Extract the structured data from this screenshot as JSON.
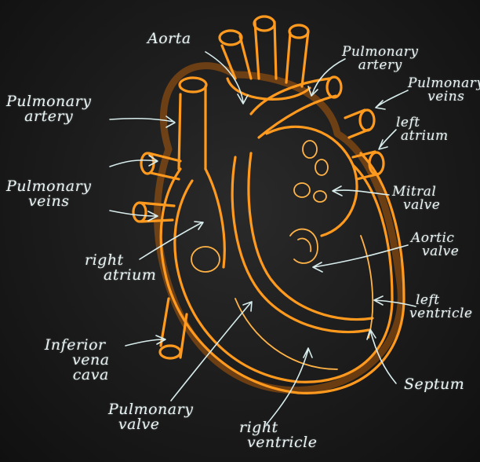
{
  "labels": {
    "aorta": "Aorta",
    "pulmonary_artery_top": [
      "Pulmonary",
      "artery"
    ],
    "pulmonary_veins_right": [
      "Pulmonary",
      "veins"
    ],
    "left_atrium": [
      "left",
      "atrium"
    ],
    "pulmonary_artery_left": [
      "Pulmonary",
      "artery"
    ],
    "pulmonary_veins_left": [
      "Pulmonary",
      "veins"
    ],
    "mitral_valve": [
      "Mitral",
      "valve"
    ],
    "aortic_valve": [
      "Aortic",
      "valve"
    ],
    "right_atrium": [
      "right",
      "atrium"
    ],
    "left_ventricle": [
      "left",
      "ventricle"
    ],
    "inferior_vena_cava": [
      "Inferior",
      "vena",
      "cava"
    ],
    "septum": "Septum",
    "pulmonary_valve": [
      "Pulmonary",
      "valve"
    ],
    "right_ventricle": [
      "right",
      "ventricle"
    ]
  },
  "colors": {
    "board": "#1b1b1b",
    "heart_outline": "#ff9a1f",
    "chalk": "#e8f4f4"
  }
}
